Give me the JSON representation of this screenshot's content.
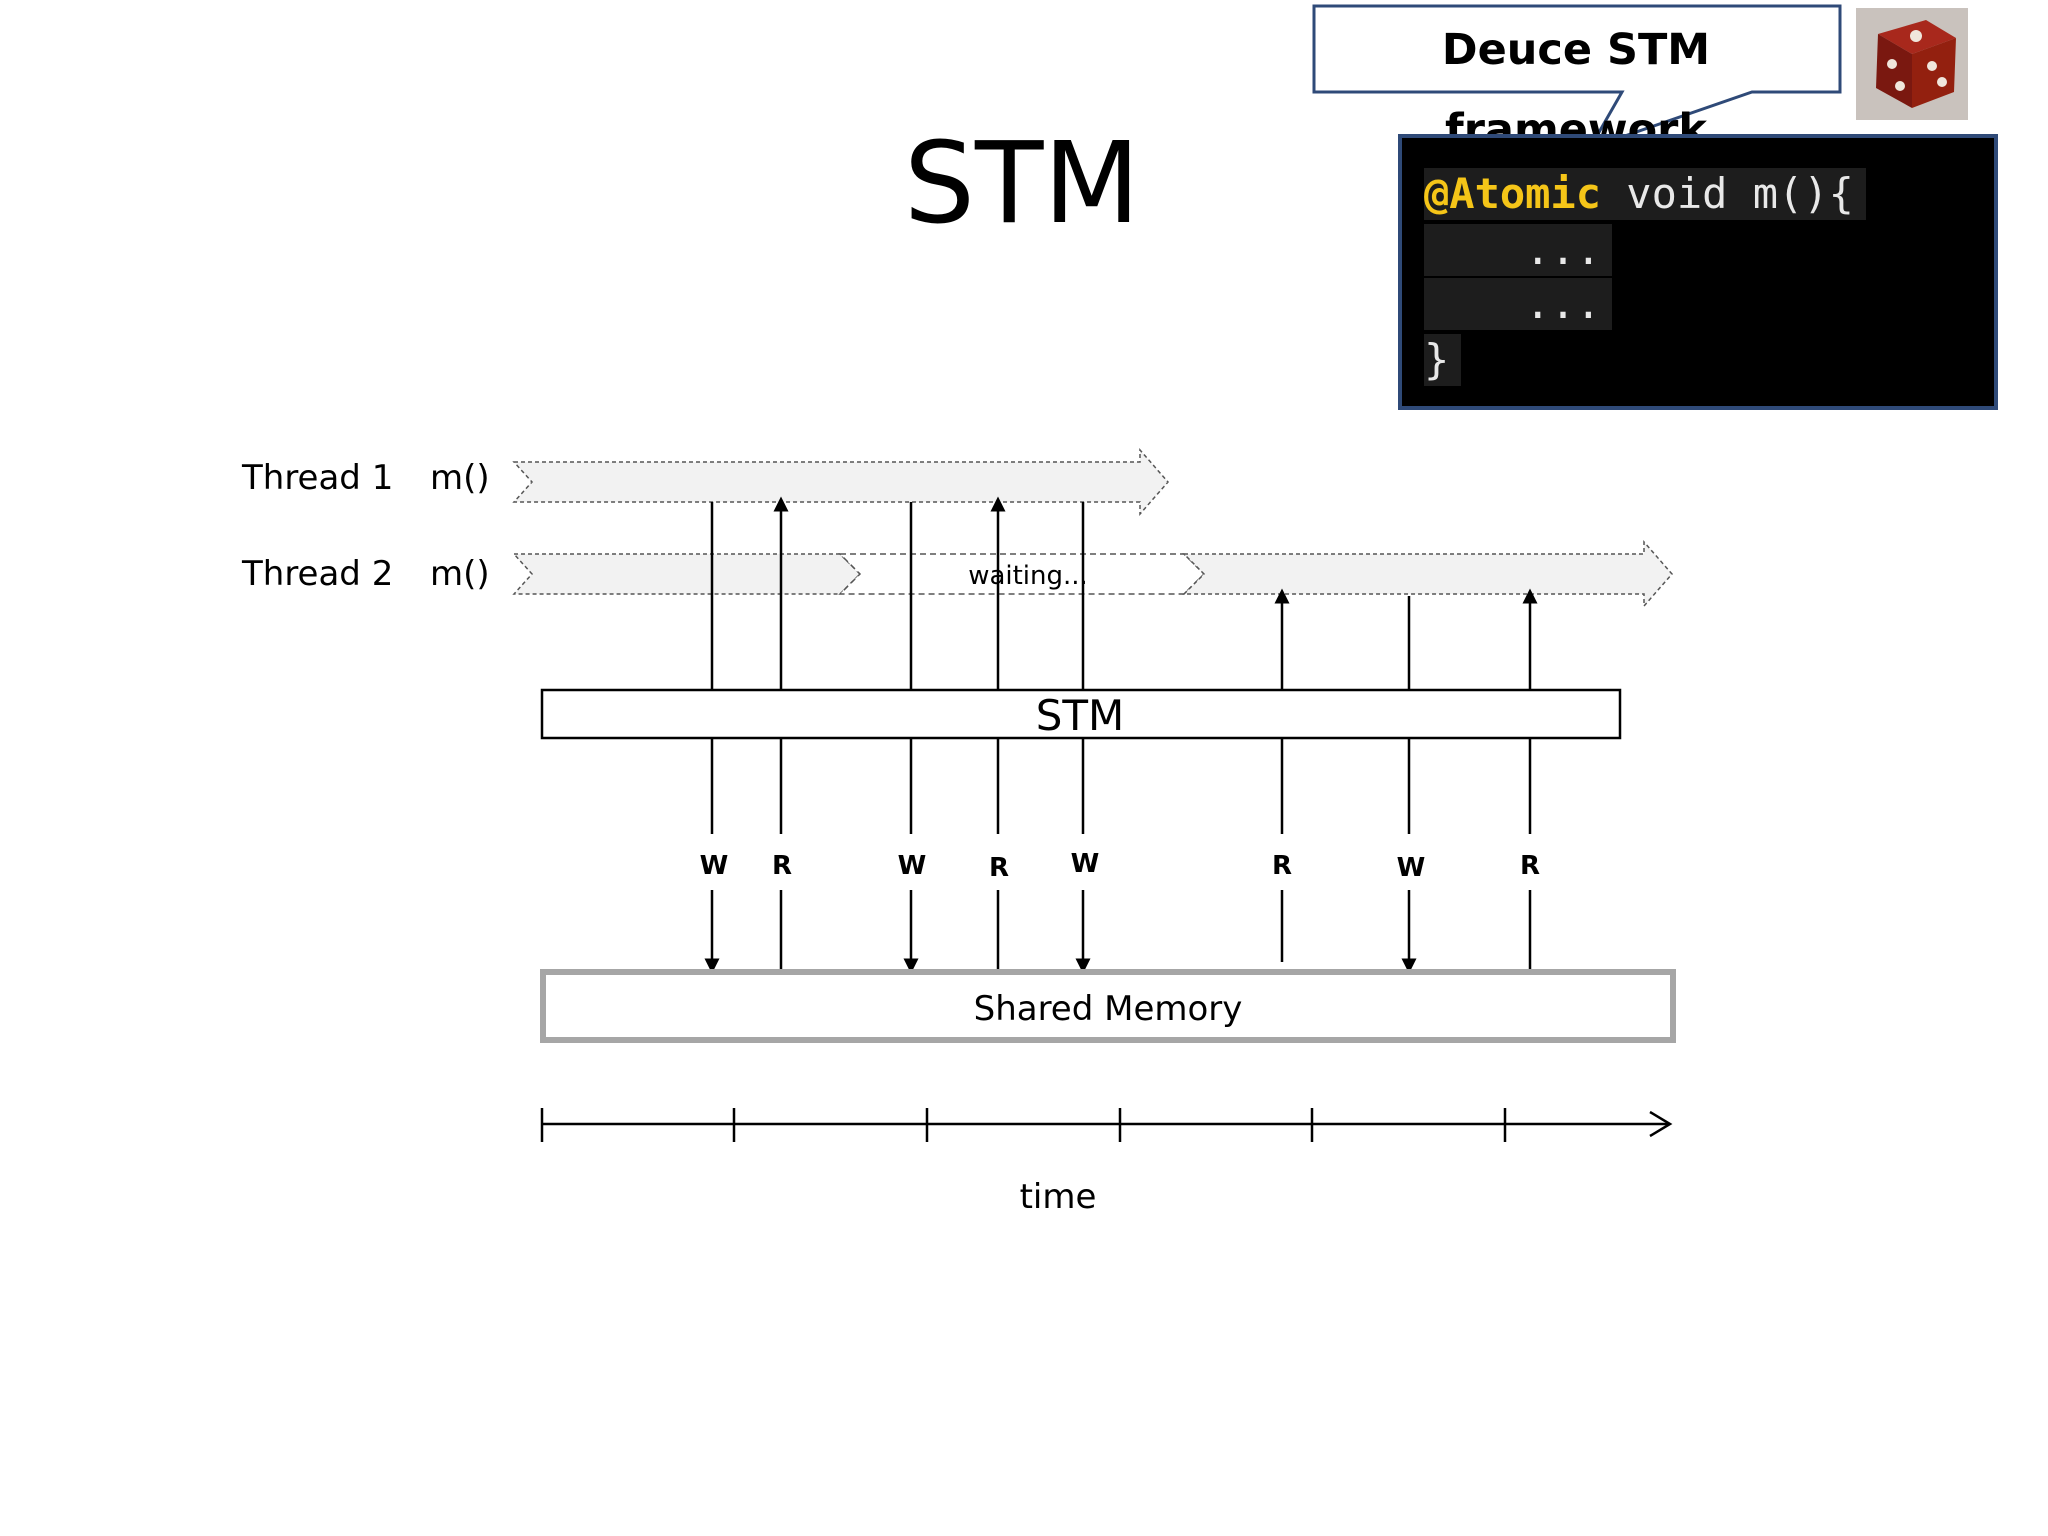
{
  "slide": {
    "title": "STM"
  },
  "callout": {
    "text": "Deuce STM framework"
  },
  "dice_image": {
    "icon": "dice-icon"
  },
  "code": {
    "annotation": "@Atomic",
    "signature": " void m(){",
    "body_line_1": "    ...",
    "body_line_2": "    ...",
    "closing": "}"
  },
  "threads": [
    {
      "label": "Thread 1",
      "method": "m()"
    },
    {
      "label": "Thread 2",
      "method": "m()",
      "waiting_label": "waiting..."
    }
  ],
  "stm_box": {
    "label": "STM"
  },
  "memory_box": {
    "label": "Shared Memory"
  },
  "operations": [
    "W",
    "R",
    "W",
    "R",
    "W",
    "R",
    "W",
    "R"
  ],
  "time_axis": {
    "label": "time"
  },
  "colors": {
    "keyword": "#f5c518",
    "code_background": "#000000",
    "code_border": "#2f4a78",
    "arrow_fill": "#f2f2f2",
    "memory_border": "#a6a6a6"
  }
}
